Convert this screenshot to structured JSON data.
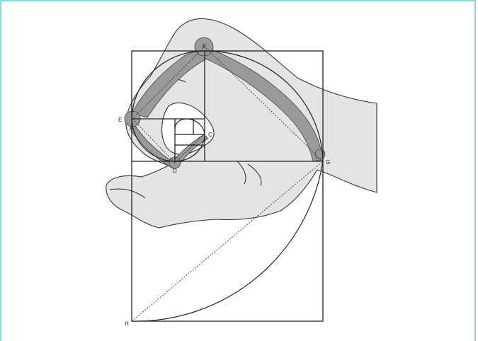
{
  "figure": {
    "colors": {
      "frame_border": "#8fd6d3",
      "hand_fill": "#e4e4e4",
      "bone_fill": "#9a9a9a",
      "line": "#222222"
    },
    "points": {
      "C": "C",
      "D": "D",
      "E": "E",
      "F": "F",
      "G": "G",
      "H": "H"
    }
  }
}
